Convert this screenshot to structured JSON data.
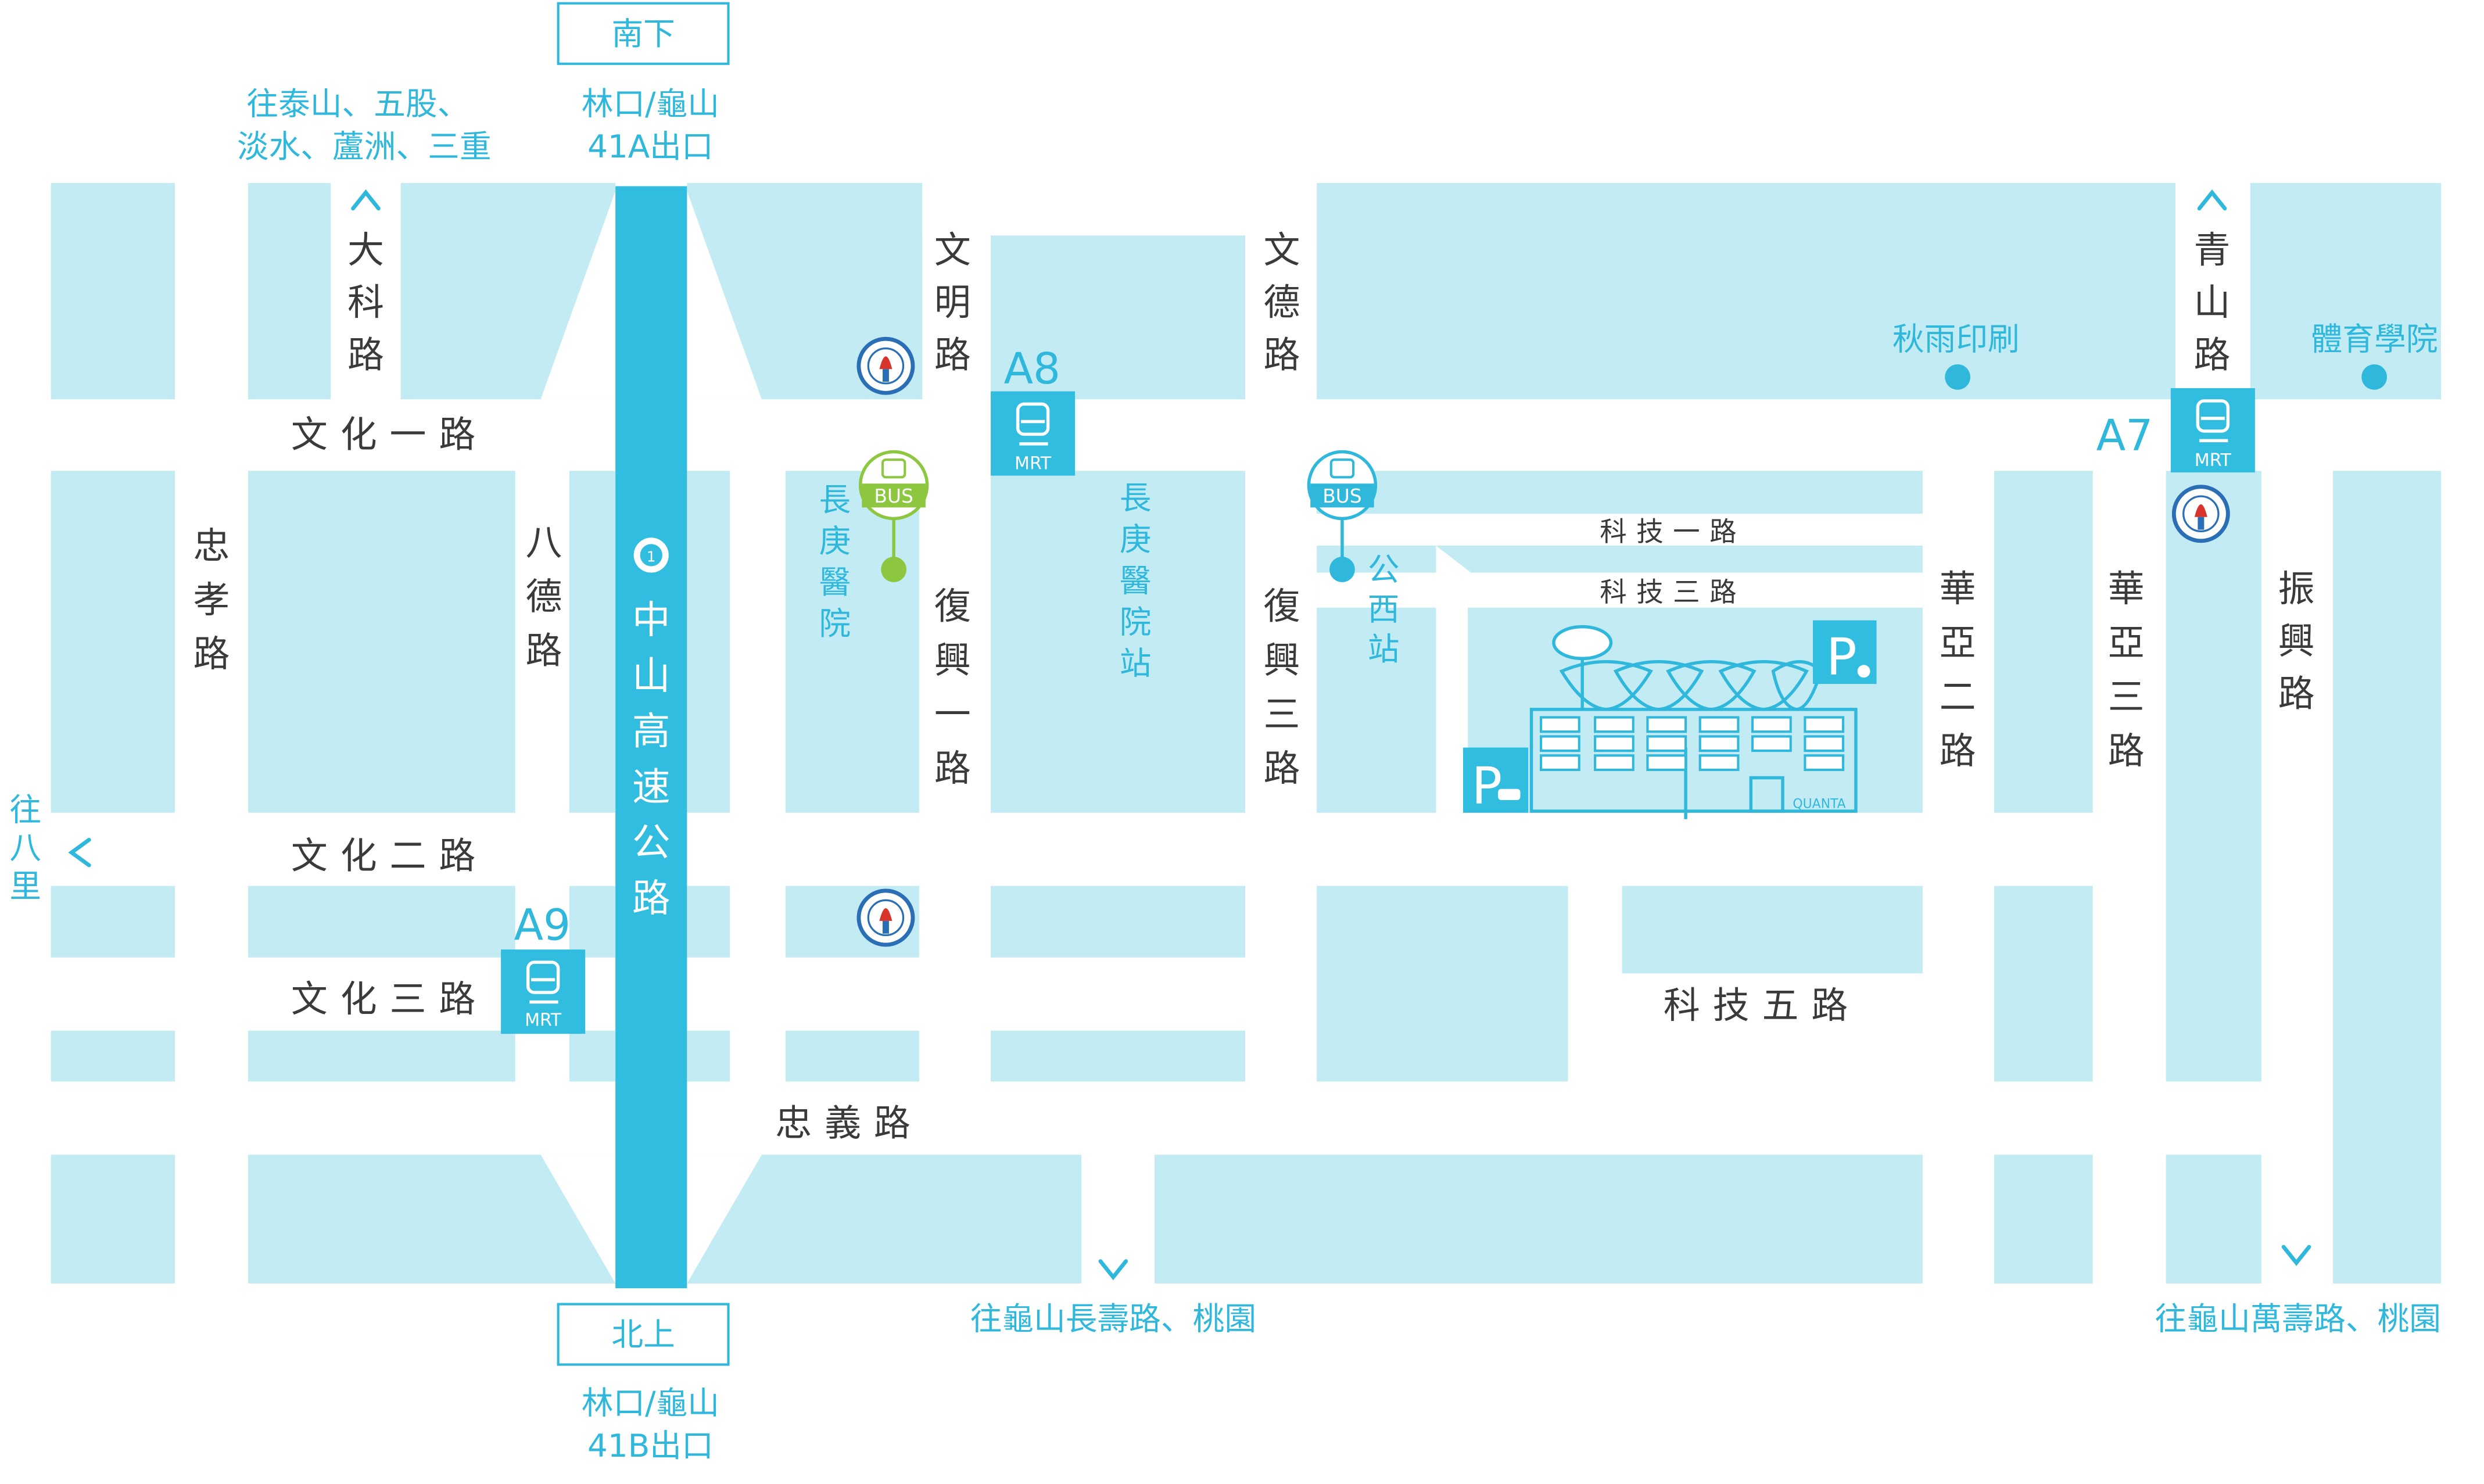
{
  "colors": {
    "block": "#c3ebf4",
    "highway": "#30bde0",
    "text": "#3a3a3a",
    "accent": "#2fb8dc",
    "green": "#8dc63f",
    "red": "#d9342b",
    "white": "#ffffff"
  },
  "highway": {
    "name": "中山高速公路",
    "number": "1",
    "south_box": "南下",
    "south_exit": [
      "林口/龜山",
      "41A出口"
    ],
    "north_box": "北上",
    "north_exit": [
      "林口/龜山",
      "41B出口"
    ]
  },
  "directions": {
    "top_left": [
      "往泰山、五股、",
      "淡水、蘆洲、三重"
    ],
    "left": "往八里",
    "bottom_mid": "往龜山長壽路、桃園",
    "bottom_right": "往龜山萬壽路、桃園"
  },
  "streets": {
    "wenhua1": "文化一路",
    "wenhua2": "文化二路",
    "wenhua3": "文化三路",
    "zhongyi": "忠義路",
    "zhongxiao": "忠孝路",
    "bade": "八德路",
    "dake": "大科路",
    "wenming": "文明路",
    "fuxing1": "復興一路",
    "wende": "文德路",
    "fuxing3": "復興三路",
    "keji1": "科技一路",
    "keji3": "科技三路",
    "keji5": "科技五路",
    "huaya2": "華亞二路",
    "huaya3": "華亞三路",
    "qingshan": "青山路",
    "zhenxing": "振興路"
  },
  "mrt": [
    {
      "code": "A8",
      "label": "MRT"
    },
    {
      "code": "A9",
      "label": "MRT"
    },
    {
      "code": "A7",
      "label": "MRT"
    }
  ],
  "bus": {
    "label": "BUS"
  },
  "landmarks": {
    "cgh_bus": "長庚醫院",
    "cgh_station": "長庚醫院站",
    "gongxi": "公西站",
    "qiuyu": "秋雨印刷",
    "sports": "體育學院",
    "quanta": "QUANTA",
    "parking": "P"
  }
}
